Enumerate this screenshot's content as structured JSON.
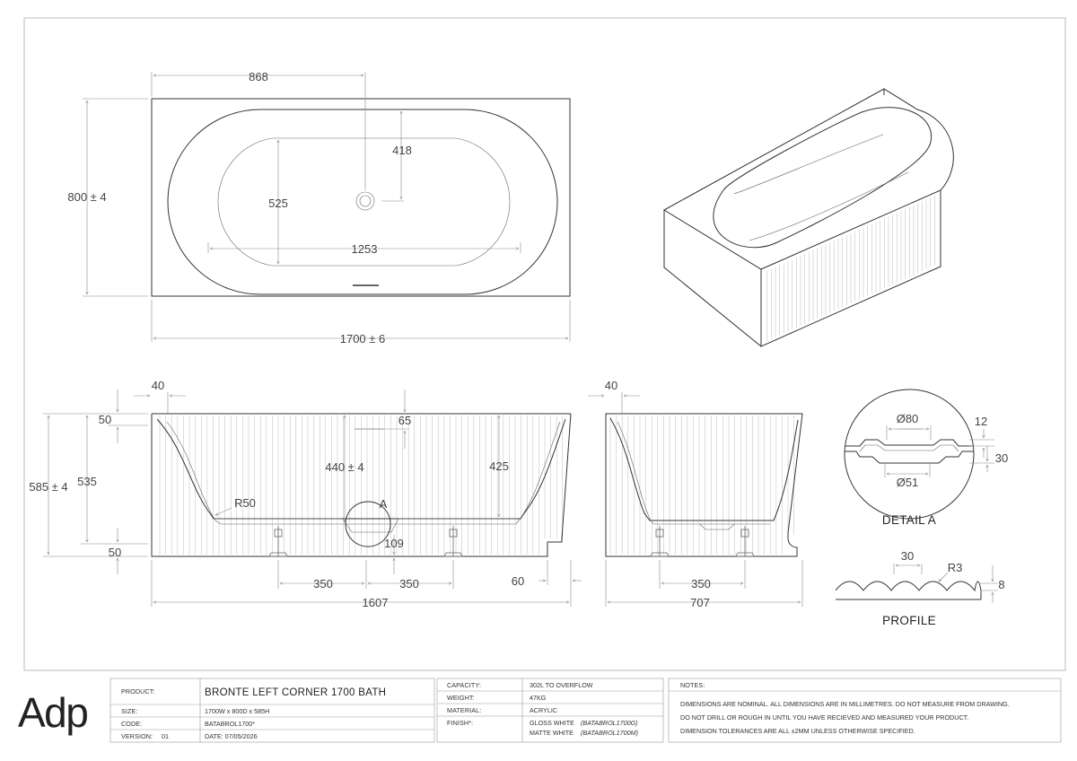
{
  "brand": {
    "logo_text": "Adp"
  },
  "dimensions": {
    "top_width": "868",
    "top_depth": "800 ± 4",
    "top_418": "418",
    "top_525": "525",
    "top_1253": "1253",
    "top_length": "1700 ± 6",
    "side_40": "40",
    "side_50_top": "50",
    "side_65": "65",
    "side_440": "440 ± 4",
    "side_425": "425",
    "side_585": "585 ± 4",
    "side_535": "535",
    "side_r50": "R50",
    "side_a": "A",
    "side_109": "109",
    "side_50_bottom": "50",
    "side_350_left": "350",
    "side_350_right": "350",
    "side_60": "60",
    "side_1607": "1607",
    "end_40": "40",
    "end_350": "350",
    "end_707": "707",
    "detail_80": "Ø80",
    "detail_12": "12",
    "detail_30": "30",
    "detail_51": "Ø51",
    "profile_30": "30",
    "profile_r3": "R3",
    "profile_8": "8"
  },
  "labels": {
    "detail_a": "DETAIL A",
    "profile": "PROFILE"
  },
  "title_block": {
    "product_label": "PRODUCT:",
    "product_value": "BRONTE LEFT CORNER 1700 BATH",
    "size_label": "SIZE:",
    "size_value": "1700W x 800D x 585H",
    "code_label": "CODE:",
    "code_value": "BATABROL1700*",
    "version_label": "VERSION:",
    "version_value": "01",
    "date_value": "DATE: 07/05/2026",
    "capacity_label": "CAPACITY:",
    "capacity_value": "302L TO OVERFLOW",
    "weight_label": "WEIGHT:",
    "weight_value": "47KG",
    "material_label": "MATERIAL:",
    "material_value": "ACRYLIC",
    "finish_label": "FINISH*:",
    "finish_1": "GLOSS WHITE",
    "finish_1_code": "(BATABROL1700G)",
    "finish_2": "MATTE WHITE",
    "finish_2_code": "(BATABROL1700M)",
    "notes_label": "NOTES:",
    "note_1": "DIMENSIONS ARE NOMINAL. ALL DIMENSIONS ARE IN MILLIMETRES. DO NOT MEASURE FROM DRAWING.",
    "note_2": "DO NOT DRILL OR ROUGH IN UNTIL YOU HAVE RECIEVED AND MEASURED YOUR PRODUCT.",
    "note_3": "DIMENSION TOLERANCES ARE ALL ±2MM UNLESS OTHERWISE SPECIFIED."
  }
}
